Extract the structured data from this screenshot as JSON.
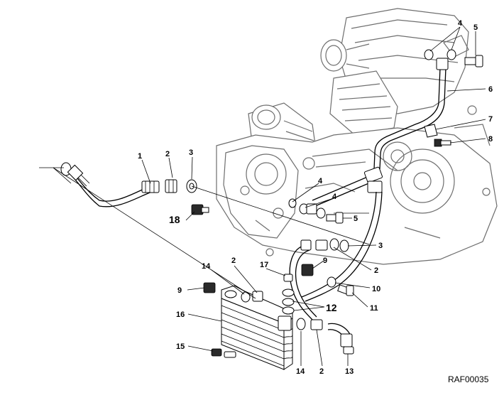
{
  "diagram": {
    "code": "RAF00035",
    "callouts": {
      "c1": "1",
      "c2a": "2",
      "c3a": "3",
      "c4a": "4",
      "c5a": "5",
      "c6": "6",
      "c7": "7",
      "c8": "8",
      "c4b": "4",
      "c4c": "4",
      "c5b": "5",
      "c18": "18",
      "c3b": "3",
      "c2b": "2",
      "c9a": "9",
      "c10": "10",
      "c11": "11",
      "c12": "12",
      "c17": "17",
      "c2c": "2",
      "c14a": "14",
      "c9b": "9",
      "c16": "16",
      "c15": "15",
      "c14b": "14",
      "c2d": "2",
      "c13": "13"
    }
  }
}
